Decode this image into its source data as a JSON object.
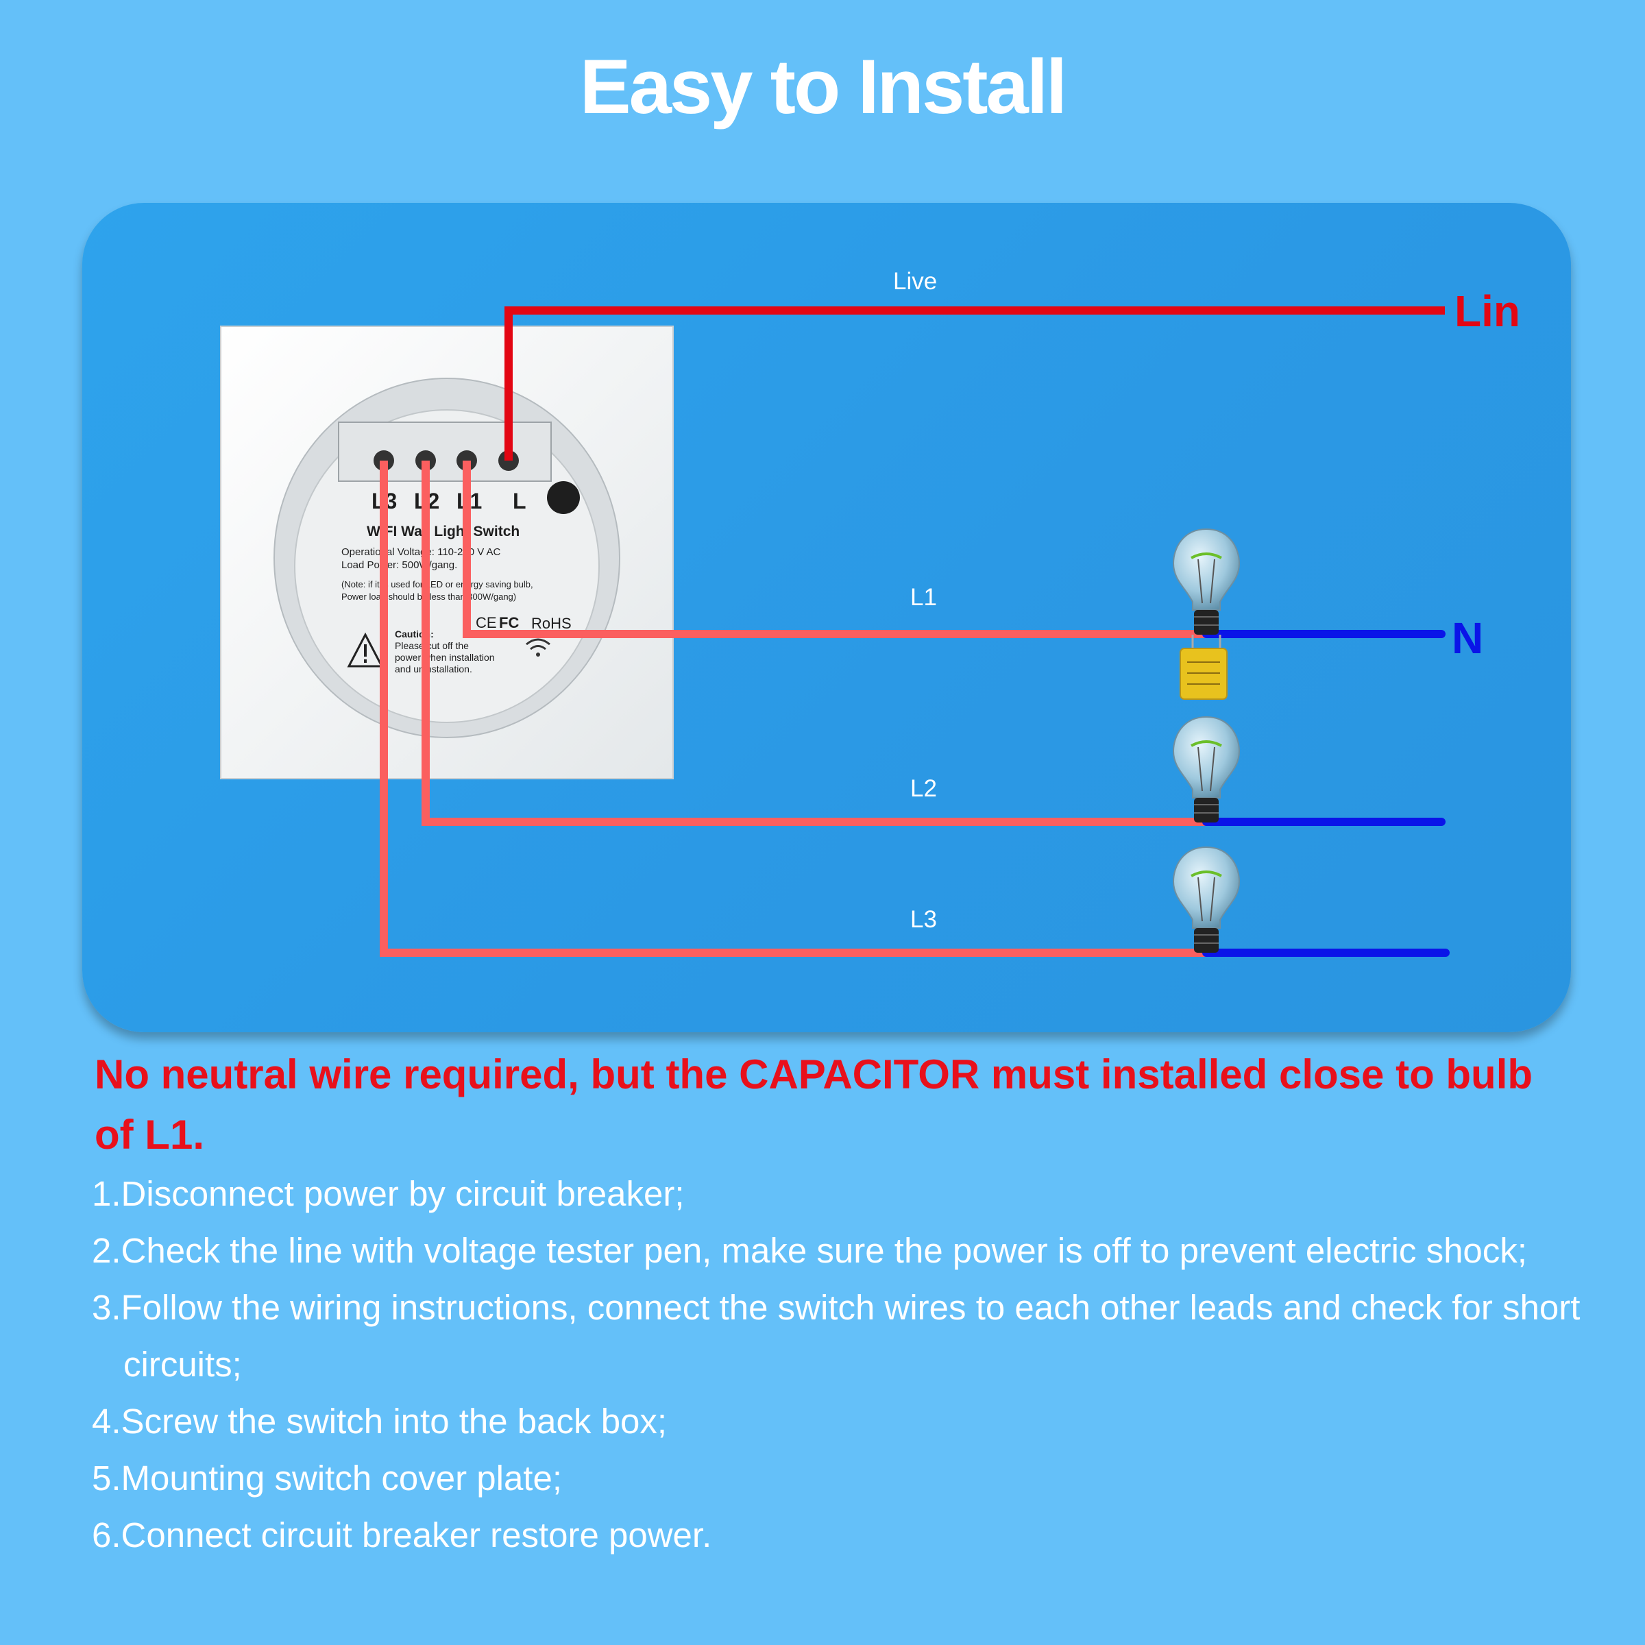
{
  "header": {
    "title": "Easy to Install"
  },
  "diagram": {
    "wire_labels": {
      "live": "Live",
      "l1": "L1",
      "l2": "L2",
      "l3": "L3"
    },
    "endpoint_labels": {
      "live_in": "Lin",
      "neutral": "N"
    },
    "device": {
      "terminals": [
        "L3",
        "L2",
        "L1",
        "L"
      ],
      "title": "WIFI Wall Light Switch",
      "spec_lines": [
        "Operational Voltage: 110-250 V AC",
        "Load Power: 500W/gang.",
        "(Note: if it is used for LED or energy saving bulb,",
        "Power load should be less than 300W/gang)"
      ],
      "marks": [
        "CE",
        "FC",
        "RoHS"
      ],
      "caution_lines": [
        "Caution:",
        "Please cut off the",
        "power when installation",
        "and uninstallation."
      ]
    },
    "colors": {
      "live_wire": "#e30613",
      "switched_wire": "#fb5f5f",
      "neutral_wire": "#0a14e8",
      "capacitor": "#e8c21e"
    }
  },
  "warning": "No neutral wire required, but the CAPACITOR must installed close to bulb of L1.",
  "steps": [
    "1.Disconnect power by circuit breaker;",
    "2.Check the line with voltage tester pen, make sure the power is off to prevent electric shock;",
    "3.Follow the wiring instructions, connect the switch wires to each other leads and check for short circuits;",
    "4.Screw the switch into the back box;",
    "5.Mounting switch cover plate;",
    "6.Connect circuit breaker restore power."
  ]
}
